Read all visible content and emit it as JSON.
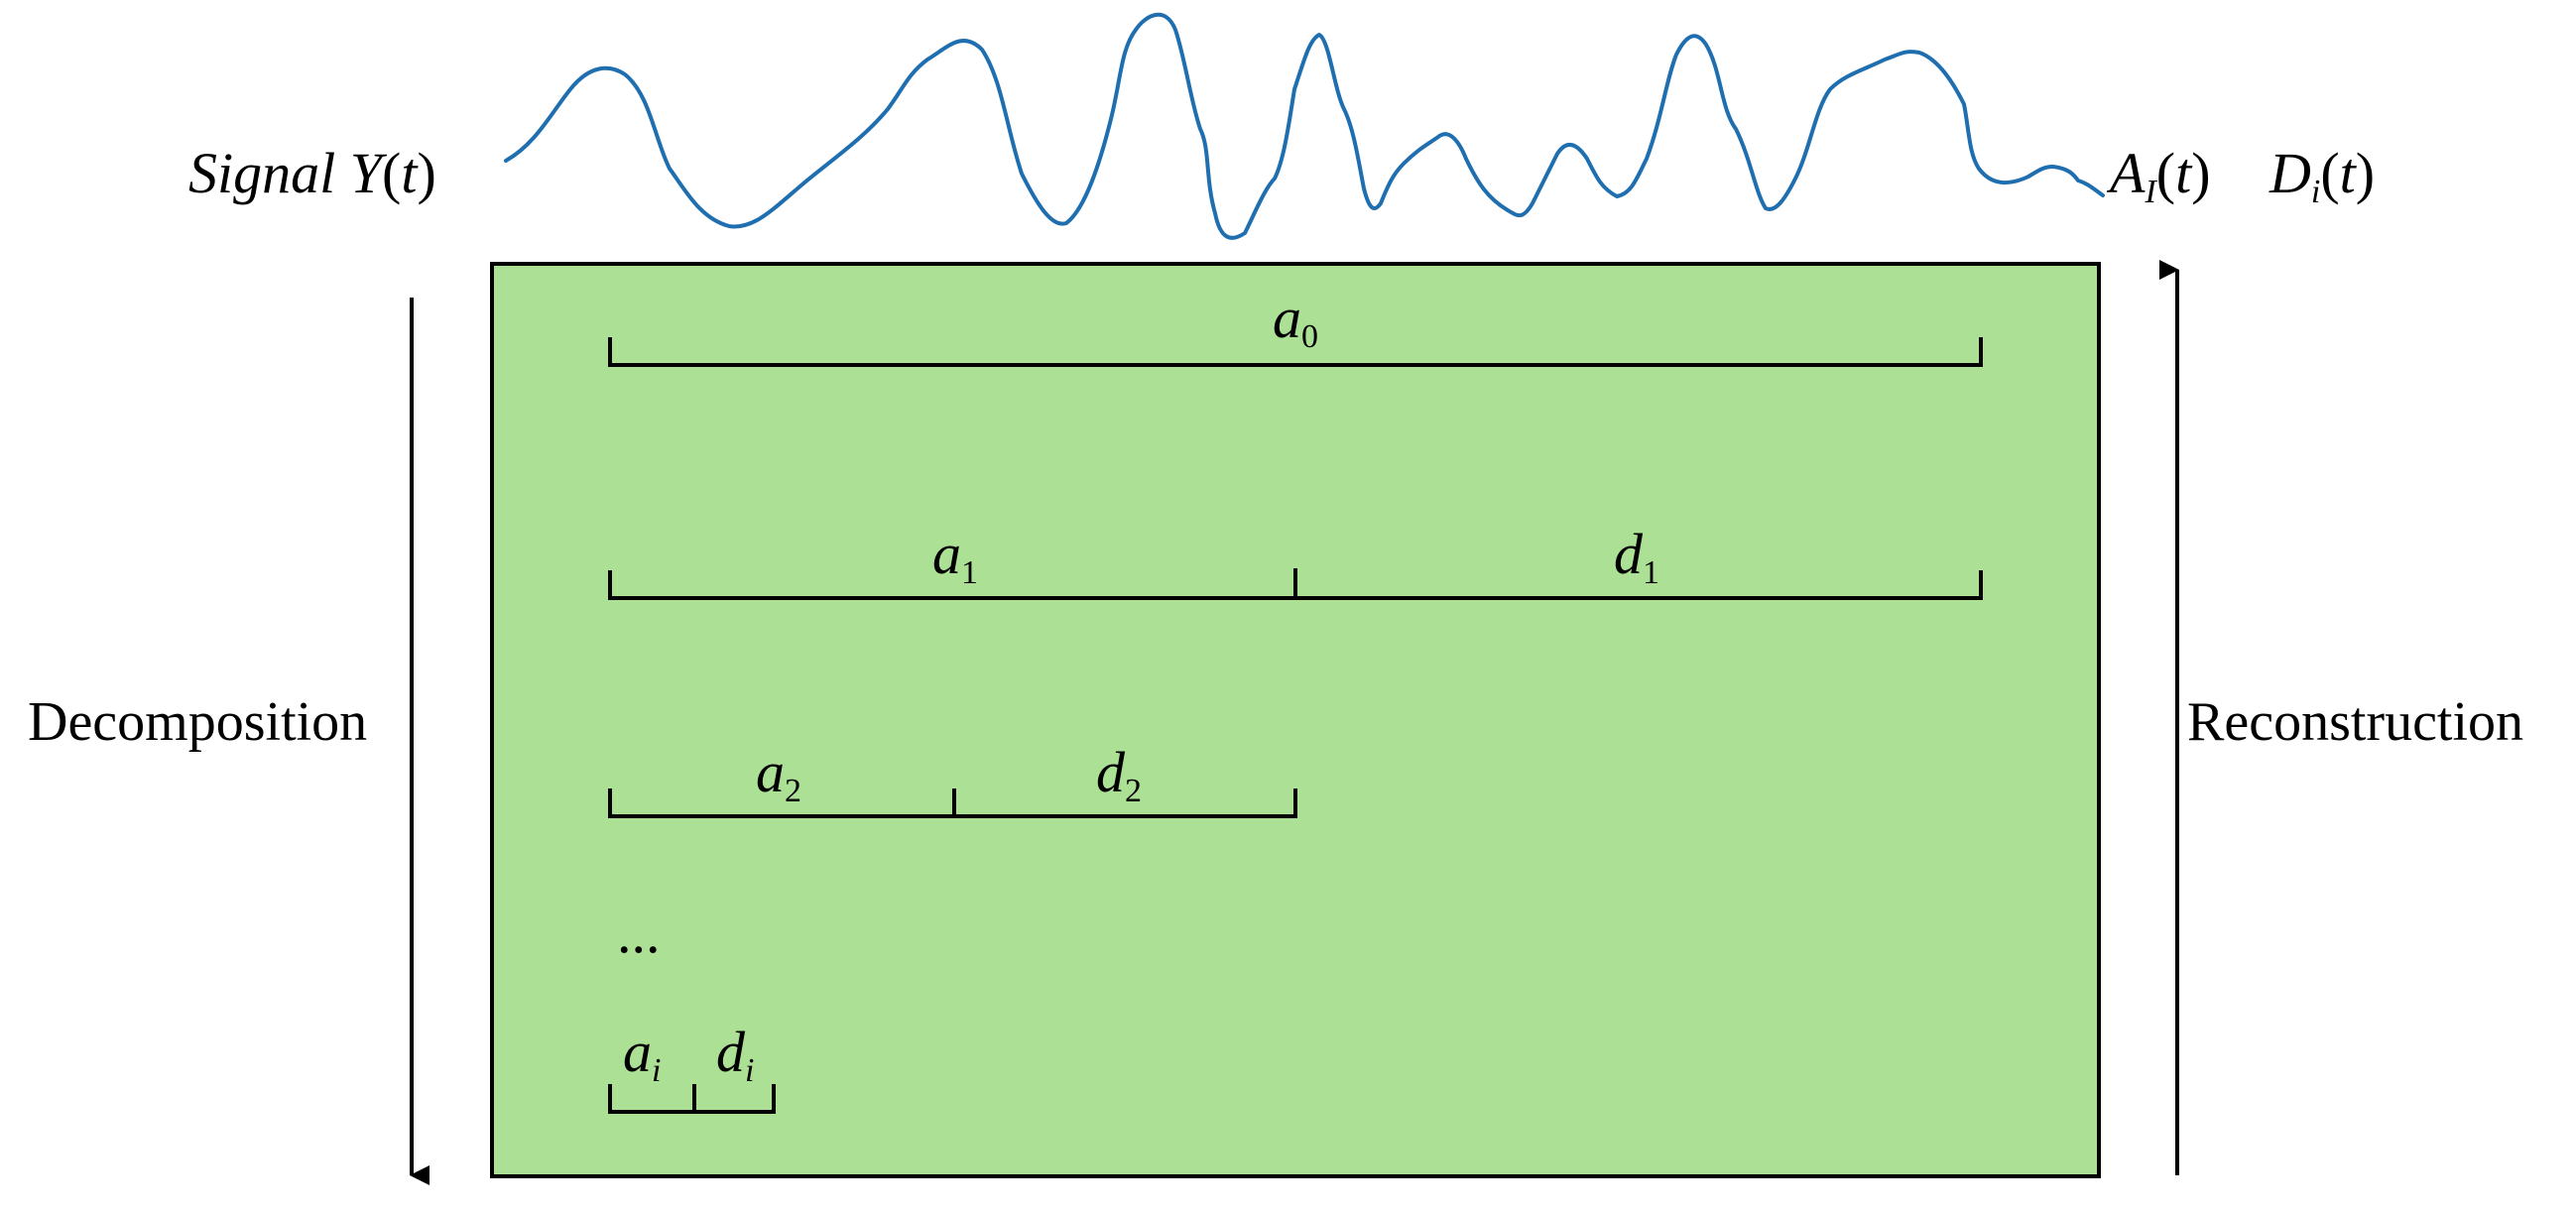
{
  "signal_label": {
    "word": "Signal",
    "var": "Y",
    "arg": "t"
  },
  "reconstruct_label": {
    "approx": {
      "var": "A",
      "sub": "I",
      "arg": "t"
    },
    "detail": {
      "var": "D",
      "sub": "i",
      "arg": "t"
    }
  },
  "side_labels": {
    "left": "Decomposition",
    "right": "Reconstruction"
  },
  "levels": [
    {
      "a": "a",
      "a_sub": "0"
    },
    {
      "a": "a",
      "a_sub": "1",
      "d": "d",
      "d_sub": "1"
    },
    {
      "a": "a",
      "a_sub": "2",
      "d": "d",
      "d_sub": "2"
    },
    {
      "ellipsis": "..."
    },
    {
      "a": "a",
      "a_sub": "i",
      "d": "d",
      "d_sub": "i"
    }
  ],
  "colors": {
    "box_fill": "#abe095",
    "box_stroke": "#000000",
    "signal": "#1f6fb0",
    "text": "#000000"
  }
}
